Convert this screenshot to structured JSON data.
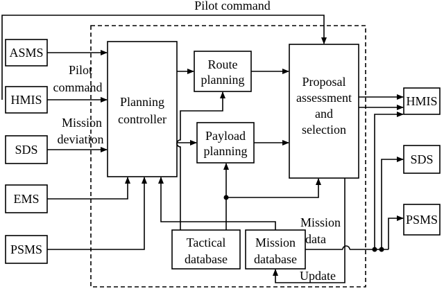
{
  "labels": {
    "pilot_command_top": "Pilot command",
    "pilot_command_side": [
      "Pilot",
      "command"
    ],
    "mission_deviation": [
      "Mission",
      "deviation"
    ],
    "mission_data": [
      "Mission",
      "data"
    ],
    "update": "Update"
  },
  "left_boxes": [
    "ASMS",
    "HMIS",
    "SDS",
    "EMS",
    "PSMS"
  ],
  "right_boxes": [
    "HMIS",
    "SDS",
    "PSMS"
  ],
  "center_boxes": {
    "planning_controller": [
      "Planning",
      "controller"
    ],
    "route_planning": [
      "Route",
      "planning"
    ],
    "payload_planning": [
      "Payload",
      "planning"
    ],
    "proposal": [
      "Proposal",
      "assessment",
      "and",
      "selection"
    ],
    "tactical_database": [
      "Tactical",
      "database"
    ],
    "mission_database": [
      "Mission",
      "database"
    ]
  }
}
